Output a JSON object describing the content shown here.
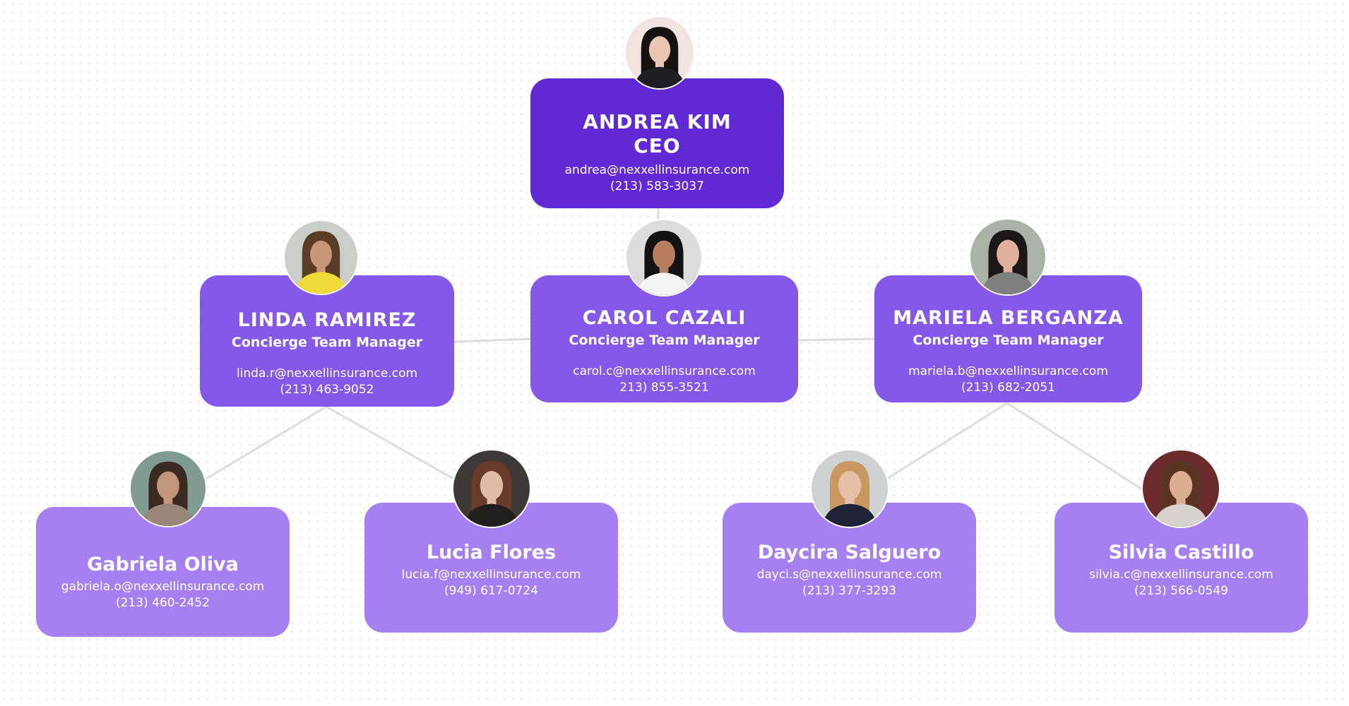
{
  "nodes": {
    "ceo": {
      "name": "ANDREA KIM",
      "title": "CEO",
      "email": "andrea@nexxellinsurance.com",
      "phone": "(213) 583-3037",
      "avatar": {
        "bg": "#f1e3e0",
        "skin": "#e9c6b2",
        "hair": "#161212",
        "shirt": "#1e1e24"
      }
    },
    "managers": [
      {
        "name": "LINDA RAMIREZ",
        "role": "Concierge Team Manager",
        "email": "linda.r@nexxellinsurance.com",
        "phone": "(213) 463-9052",
        "avatar": {
          "bg": "#c9cfc8",
          "skin": "#c99579",
          "hair": "#5a3d26",
          "shirt": "#f0da37"
        }
      },
      {
        "name": "CAROL CAZALI",
        "role": "Concierge Team Manager",
        "email": "carol.c@nexxellinsurance.com",
        "phone": "213) 855-3521",
        "avatar": {
          "bg": "#dcdcdc",
          "skin": "#b67d60",
          "hair": "#141111",
          "shirt": "#f4f4f4"
        }
      },
      {
        "name": "MARIELA BERGANZA",
        "role": "Concierge Team Manager",
        "email": "mariela.b@nexxellinsurance.com",
        "phone": "(213) 682-2051",
        "avatar": {
          "bg": "#aab1a6",
          "skin": "#e0b09c",
          "hair": "#1b1716",
          "shirt": "#7d807c"
        }
      }
    ],
    "team_linda": [
      {
        "name": "Gabriela Oliva",
        "email": "gabriela.o@nexxellinsurance.com",
        "phone": "(213) 460-2452",
        "avatar": {
          "bg": "#7f9b92",
          "skin": "#c29479",
          "hair": "#3a2a22",
          "shirt": "#9a8779"
        }
      },
      {
        "name": "Lucia Flores",
        "email": "lucia.f@nexxellinsurance.com",
        "phone": "(949) 617-0724",
        "avatar": {
          "bg": "#3e3836",
          "skin": "#e0bca6",
          "hair": "#6a3b2a",
          "shirt": "#22201f"
        }
      }
    ],
    "team_mariela": [
      {
        "name": "Daycira Salguero",
        "email": "dayci.s@nexxellinsurance.com",
        "phone": "(213) 377-3293",
        "avatar": {
          "bg": "#cfd2d3",
          "skin": "#e5c0a6",
          "hair": "#c89860",
          "shirt": "#1d2236"
        }
      },
      {
        "name": "Silvia Castillo",
        "email": "silvia.c@nexxellinsurance.com",
        "phone": "(213) 566-0549",
        "avatar": {
          "bg": "#6b2a2c",
          "skin": "#dcae90",
          "hair": "#5a3422",
          "shirt": "#d9d1cc"
        }
      }
    ]
  },
  "colors": {
    "level0": "#6129d6",
    "level1": "#8558ea",
    "level2": "#a680f3",
    "connector": "#dddddd"
  }
}
